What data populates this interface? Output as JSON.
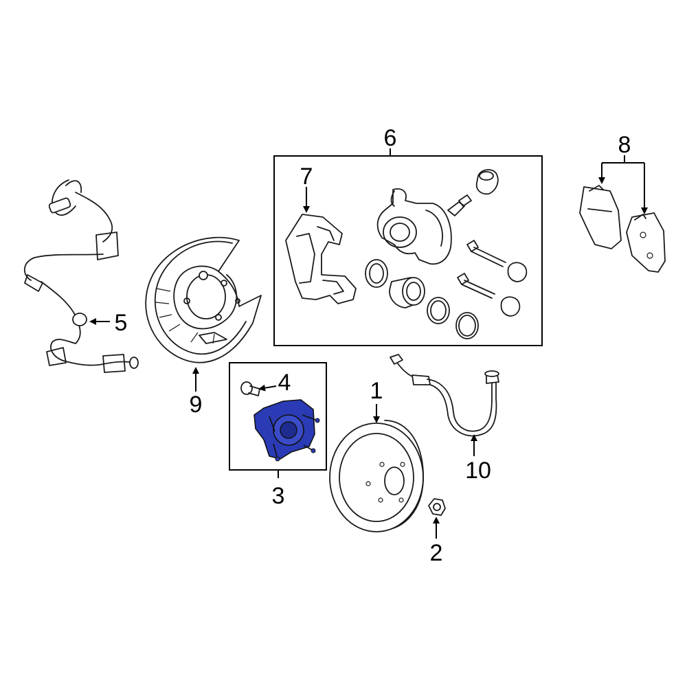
{
  "callouts": {
    "c1": "1",
    "c2": "2",
    "c3": "3",
    "c4": "4",
    "c5": "5",
    "c6": "6",
    "c7": "7",
    "c8": "8",
    "c9": "9",
    "c10": "10"
  },
  "colors": {
    "highlight": "#2a3bb5",
    "line": "#1a1a1a",
    "background": "#ffffff"
  }
}
